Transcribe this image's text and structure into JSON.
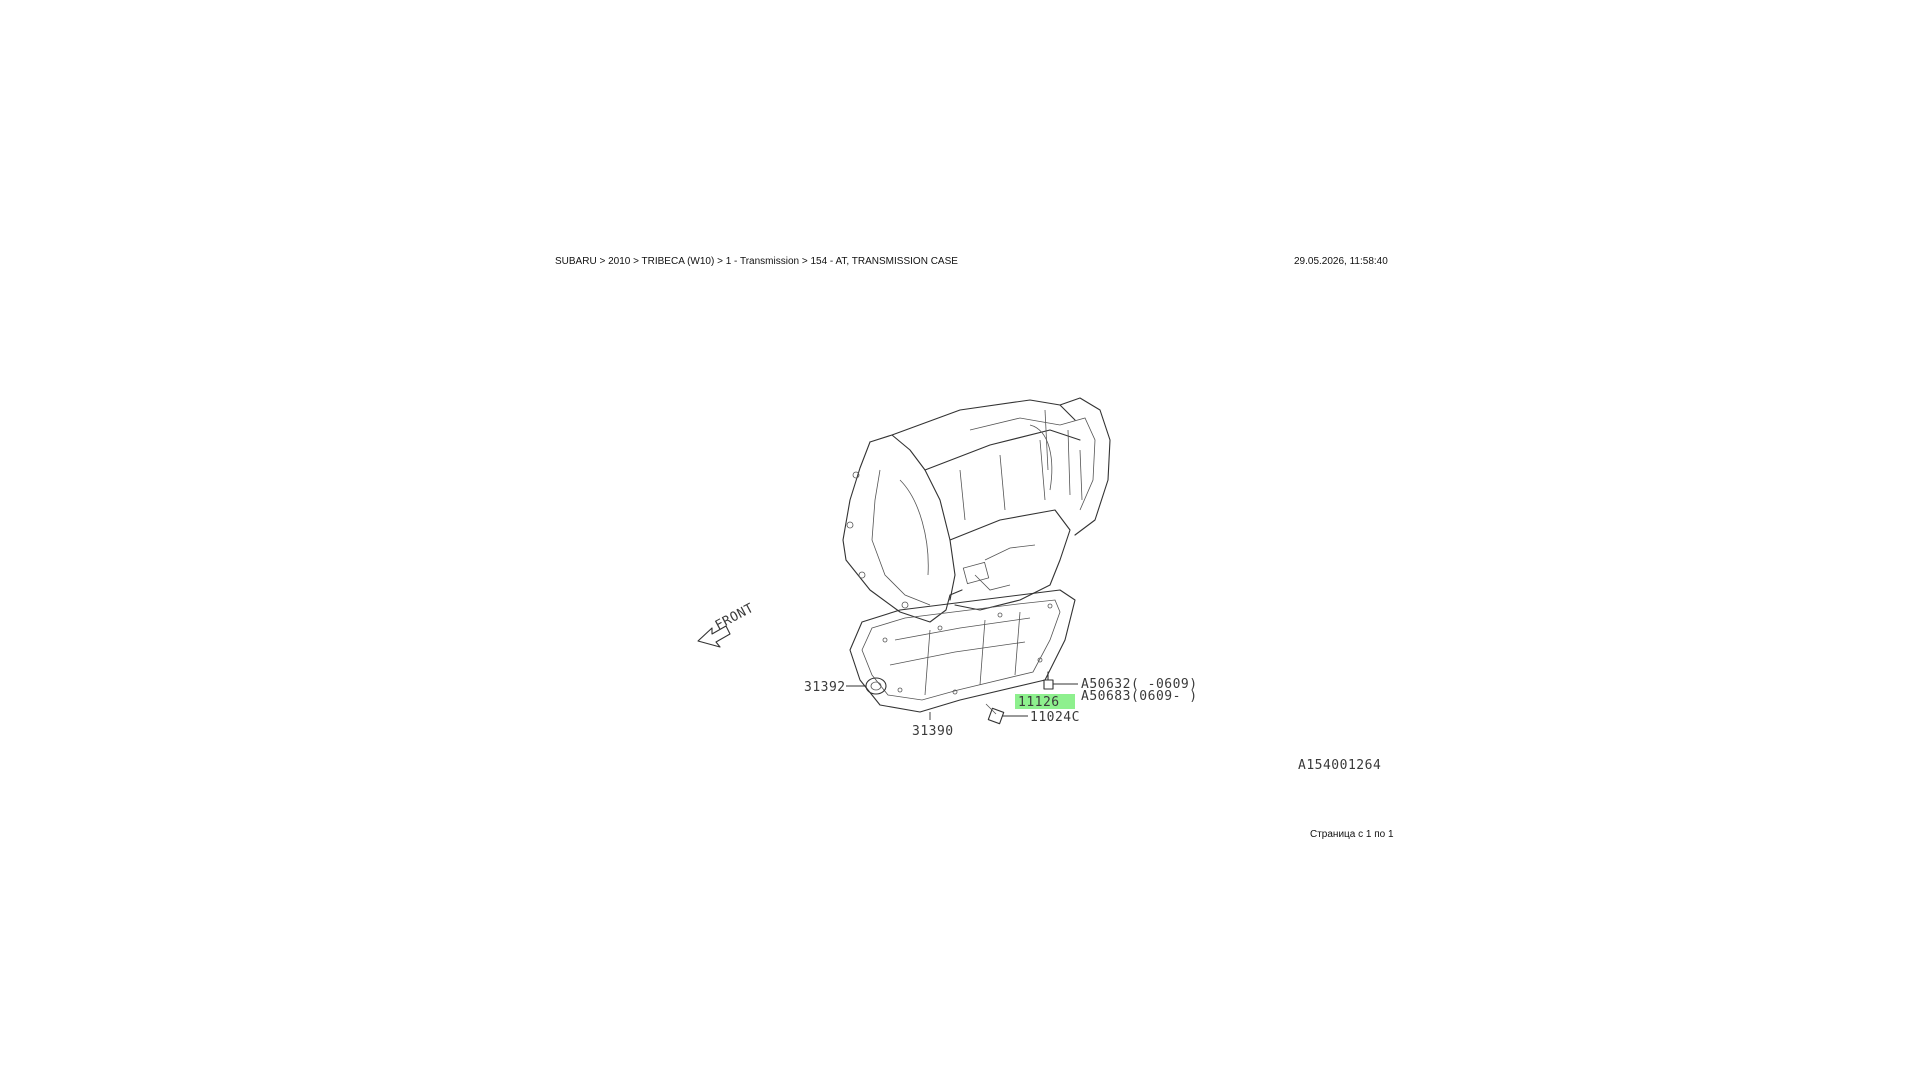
{
  "header": {
    "breadcrumb": "SUBARU > 2010 > TRIBECA (W10) > 1 - Transmission > 154 - AT, TRANSMISSION CASE",
    "timestamp": "29.05.2026, 11:58:40"
  },
  "footer": {
    "pager": "Страница с 1 по 1"
  },
  "diagram": {
    "front_label": "FRONT",
    "diagram_code": "A154001264",
    "parts": {
      "p31392": "31392",
      "p31390": "31390",
      "pA50632": "A50632(  -0609)",
      "pA50683": "A50683(0609-  )",
      "p11126": "11126",
      "p11024": "11024C"
    },
    "highlight_color": "#8ef08e"
  }
}
